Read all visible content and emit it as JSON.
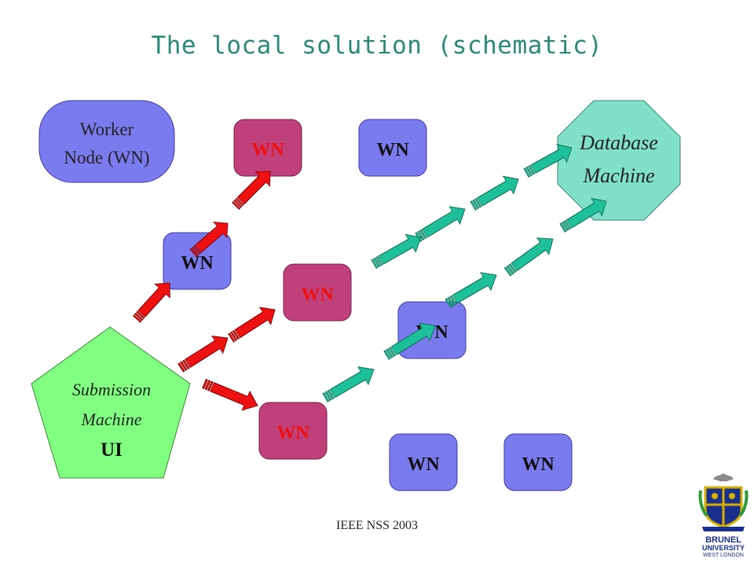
{
  "title": "The local solution (schematic)",
  "footer": "IEEE NSS 2003",
  "legend_node": {
    "line1": "Worker",
    "line2": "Node (WN)"
  },
  "wn_label": "WN",
  "database": {
    "line1": "Database",
    "line2": "Machine"
  },
  "submission": {
    "line1": "Submission",
    "line2": "Machine",
    "line3": "UI"
  },
  "logo": {
    "text1": "BRUNEL",
    "text2": "UNIVERSITY",
    "text3": "WEST LONDON"
  },
  "colors": {
    "worker_node": "#7b7bf0",
    "busy_node": "#c0407a",
    "database": "#80e0c8",
    "submission": "#80ff80",
    "submit_arrow": "#ee1111",
    "db_arrow": "#1ec09a",
    "title": "#2a8a78"
  }
}
